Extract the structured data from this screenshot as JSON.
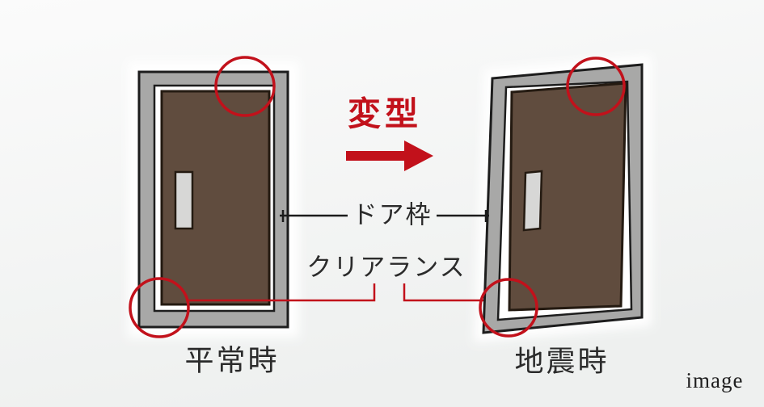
{
  "colors": {
    "accent_red": "#c2111b",
    "frame_gray": "#a8a8a7",
    "frame_border": "#1d1d1d",
    "door_brown": "#604c3e",
    "door_border": "#241a11",
    "clearance_white": "#ffffff",
    "handle_gray": "#d7d7d6",
    "text_dark": "#2b2b2b",
    "leader_black": "#1c1c1c",
    "watermark_color": "#1f1f1f",
    "bg_top": "#fbfbfb",
    "bg_bottom": "#eef0ef"
  },
  "diagram": {
    "arrow_label": "変型",
    "annotations": {
      "door_frame": "ドア枠",
      "clearance": "クリアランス"
    },
    "left_door": {
      "caption": "平常時"
    },
    "right_door": {
      "caption": "地震時"
    },
    "watermark": "image"
  }
}
